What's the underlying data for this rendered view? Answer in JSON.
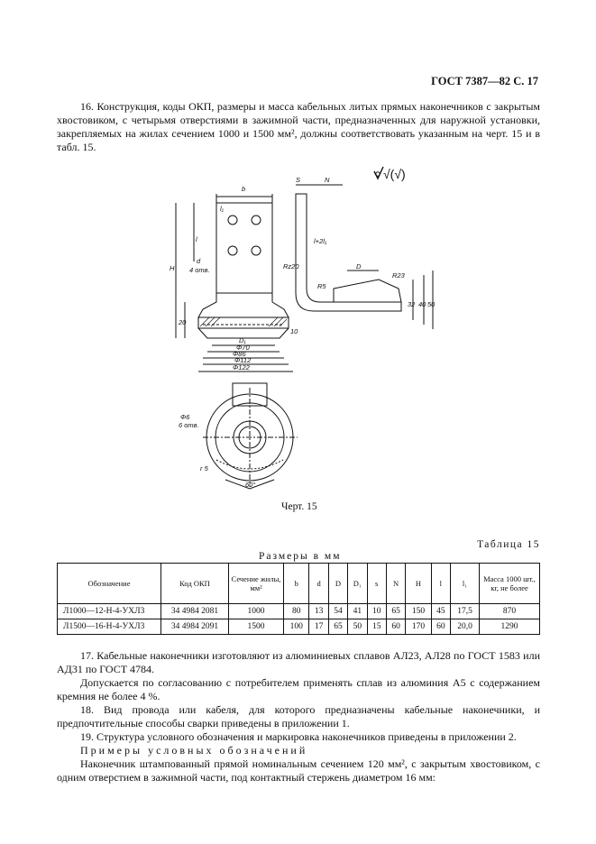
{
  "header": {
    "title": "ГОСТ 7387—82 С. 17"
  },
  "paragraph16": "16. Конструкция, коды ОКП, размеры и масса кабельных литых прямых наконечников с закрытым хвостовиком, с четырьмя отверстиями в зажимной части, предназначенных для наружной установки, закрепляемых на жилах сечением 1000 и 1500 мм², должны соответствовать указанным на черт. 15 и в табл. 15.",
  "drawing": {
    "roughness": "√(√)",
    "labels": {
      "b": "b",
      "l1": "l₁",
      "l": "l",
      "H": "H",
      "d": "d",
      "four_holes": "4 отв.",
      "dim20": "20",
      "dim10": "10",
      "D1": "D₁",
      "phi70": "Φ70",
      "phi86": "Φ86",
      "phi112": "Φ112",
      "phi122": "Φ122",
      "S": "S",
      "N": "N",
      "D": "D",
      "R23": "R23",
      "R5": "R5",
      "dim32": "32",
      "dim40": "40",
      "dim50": "50",
      "rough_label": "Rz20",
      "l_plus": "l+2l₁",
      "phi6": "Φ6",
      "six_holes": "6 отв.",
      "r5": "r 5",
      "angle60": "60°"
    }
  },
  "caption": "Черт. 15",
  "table": {
    "label": "Таблица 15",
    "subtitle": "Размеры в мм",
    "headers": [
      "Обозначение",
      "Код ОКП",
      "Сечение жилы, мм²",
      "b",
      "d",
      "D",
      "D₁",
      "s",
      "N",
      "H",
      "l",
      "l₁",
      "Масса 1000 шт., кг, не более"
    ],
    "rows": [
      [
        "Л1000—12-Н-4-УХЛ3",
        "34 4984 2081",
        "1000",
        "80",
        "13",
        "54",
        "41",
        "10",
        "65",
        "150",
        "45",
        "17,5",
        "870"
      ],
      [
        "Л1500—16-Н-4-УХЛ3",
        "34 4984 2091",
        "1500",
        "100",
        "17",
        "65",
        "50",
        "15",
        "60",
        "170",
        "60",
        "20,0",
        "1290"
      ]
    ]
  },
  "paragraphs": [
    "17. Кабельные наконечники изготовляют из алюминиевых сплавов АЛ23, АЛ28 по ГОСТ 1583 или АД31 по ГОСТ 4784.",
    "Допускается по согласованию с потребителем применять сплав из алюминия А5 с содержанием кремния не более 4 %.",
    "18. Вид провода или кабеля, для которого предназначены кабельные наконечники, и предпочтительные способы сварки приведены в приложении 1.",
    "19. Структура условного обозначения и маркировка наконечников приведены в приложении 2.",
    "Примеры условных обозначений",
    "Наконечник штампованный прямой номинальным сечением 120 мм², с закрытым хвостовиком, с одним отверстием в зажимной части, под контактный стержень диаметром 16 мм:"
  ]
}
